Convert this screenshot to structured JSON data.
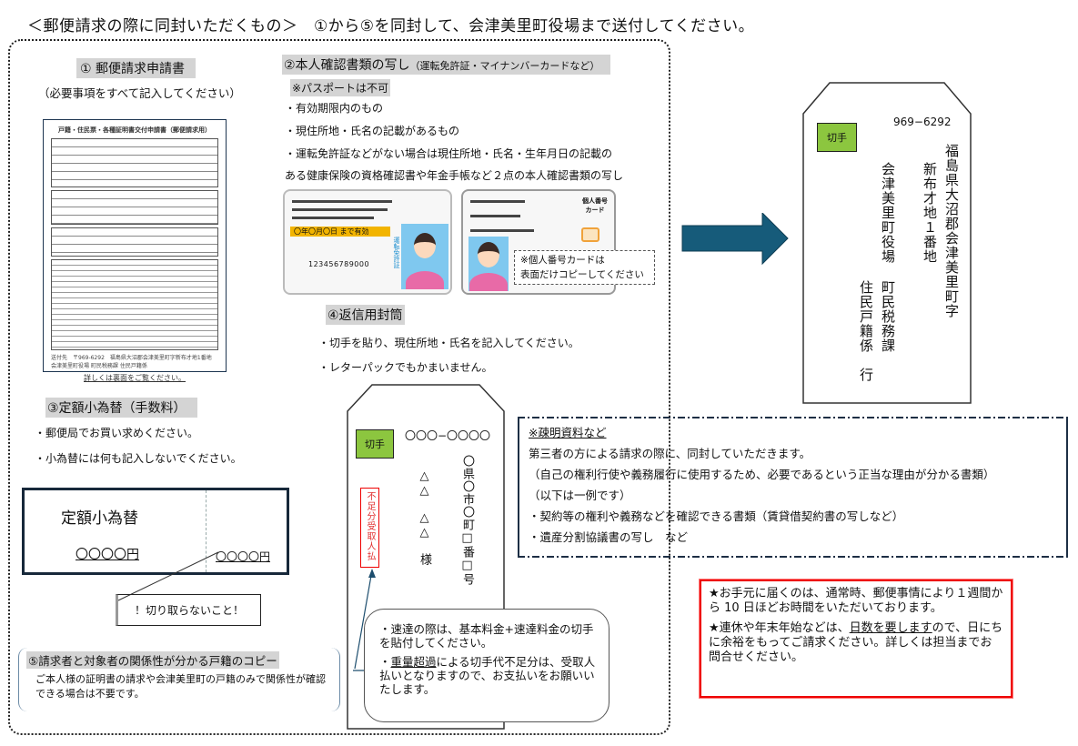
{
  "header": {
    "title": "＜郵便請求の際に同封いただくもの＞　①から⑤を同封して、会津美里町役場まで送付してください。"
  },
  "item1": {
    "heading": "① 郵便請求申請書",
    "note": "（必要事項をすべて記入してください）",
    "form": {
      "title": "戸籍・住民票・各種証明書交付申請書（郵便請求用）",
      "footer": "送付先　〒969-6292　福島県大沼郡会津美里町字新布才地1番地　会津美里町役場 町民税務課 住民戸籍係",
      "link": "詳しくは裏面をご覧ください。"
    }
  },
  "item2": {
    "heading": "②本人確認書類の写し",
    "heading_sub": "（運転免許証・マイナンバーカードなど）",
    "passport_note": "※パスポートは不可",
    "bullets": [
      "・有効期限内のもの",
      "・現住所地・氏名の記載があるもの",
      "・運転免許証などがない場合は現住所地・氏名・生年月日の記載の",
      "ある健康保険の資格確認書や年金手帳など２点の本人確認書類の写し"
    ],
    "license_card": {
      "validity": "〇年〇月〇日 まで有効",
      "number": "123456789000",
      "vertical_label": "運転免許証"
    },
    "mynumber_card": {
      "label": "個人番号カード",
      "note_line1": "※個人番号カードは",
      "note_line2": "表面だけコピーしてください"
    }
  },
  "item3": {
    "heading": "③定額小為替（手数料）",
    "bullets": [
      "・郵便局でお買い求めください。",
      "・小為替には何も記入しないでください。"
    ],
    "money_order": {
      "title": "定額小為替",
      "amount_main": "〇〇〇〇円",
      "amount_stub": "〇〇〇〇円"
    },
    "callout": "！切り取らないこと！"
  },
  "item4": {
    "heading": "④返信用封筒",
    "bullets": [
      "・切手を貼り、現住所地・氏名を記入してください。",
      "・レターパックでもかまいません。"
    ],
    "envelope": {
      "stamp": "切手",
      "postal_code": "〇〇〇−〇〇〇〇",
      "address": "〇県〇市〇町□番□号",
      "name": "△△　△△　様",
      "receiver_pays": "不足分受取人払"
    },
    "express_note": {
      "line1": "・速達の際は、基本料金+速達料金の切手を貼付してください。",
      "line2_underlined": "重量超過",
      "line2_rest": "による切手代不足分は、受取人払いとなりますので、お支払いをお願いいたします。",
      "line2_prefix": "・"
    }
  },
  "item5": {
    "heading": "⑤請求者と対象者の関係性が分かる戸籍のコピー",
    "note": "ご本人様の証明書の請求や会津美里町の戸籍のみで関係性が確認できる場合は不要です。"
  },
  "destination": {
    "stamp": "切手",
    "postal_code": "969−6292",
    "address_line1": "福島県大沼郡会津美里町字",
    "address_line2": "新布才地１番地",
    "office": "会津美里町役場",
    "department": "町民税務課",
    "section": "住民戸籍係　行"
  },
  "supporting_docs": {
    "heading": "※疎明資料など",
    "lines": [
      "第三者の方による請求の際に、同封していただきます。",
      "（自己の権利行使や義務履行に使用するため、必要であるという正当な理由が分かる書類）",
      "（以下は一例です）",
      "・契約等の権利や義務などを確認できる書類（賃貸借契約書の写しなど）",
      "・遺産分割協議書の写し　など"
    ]
  },
  "notice": {
    "p1": "★お手元に届くのは、通常時、郵便事情により１週間から 10 日ほどお時間をいただいております。",
    "p2_prefix": "★連休や年末年始などは、",
    "p2_underlined": "日数を要します",
    "p2_suffix": "ので、日にちに余裕をもってご請求ください。詳しくは担当までお問合せください。"
  },
  "colors": {
    "arrow": "#165b7a",
    "stamp_green": "#8cc63f",
    "notice_border": "#e00000",
    "frame_navy": "#17283a",
    "receiver_pays_red": "#e03030"
  }
}
